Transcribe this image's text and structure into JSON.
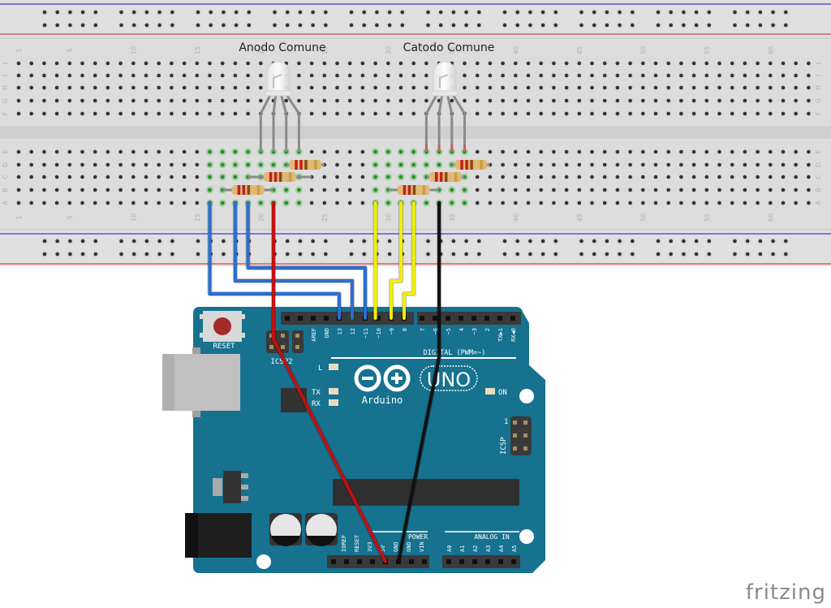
{
  "labels": {
    "led1_title": "Anodo Comune",
    "led2_title": "Catodo Comune",
    "footer_logo": "fritzing"
  },
  "breadboard": {
    "columns": 63,
    "top_rows": [
      "J",
      "I",
      "H",
      "G",
      "F"
    ],
    "bottom_rows": [
      "E",
      "D",
      "C",
      "B",
      "A"
    ],
    "column_label_numbers": [
      1,
      5,
      10,
      15,
      20,
      25,
      30,
      35,
      40,
      45,
      50,
      55,
      60
    ],
    "rail_colors": {
      "negative": "#3a3ad8",
      "positive": "#e04040"
    }
  },
  "arduino": {
    "board_name": "UNO",
    "brand": "Arduino",
    "reset_label": "RESET",
    "icsp2_label": "ICSP2",
    "icsp_label": "ICSP",
    "icsp_pin1": "1",
    "digital_label": "DIGITAL (PWM=~)",
    "power_label": "POWER",
    "analog_label": "ANALOG IN",
    "led_labels": [
      "L",
      "TX",
      "RX"
    ],
    "on_label": "ON",
    "digital_pins_left": [
      "AREF",
      "GND",
      "13",
      "12",
      "~11",
      "~10",
      "~9",
      "8"
    ],
    "digital_pins_right": [
      "7",
      "~6",
      "~5",
      "4",
      "~3",
      "2",
      "TX▶1",
      "RX◀0"
    ],
    "power_pins": [
      "IOREF",
      "RESET",
      "3V3",
      "5V",
      "GND",
      "GND",
      "VIN"
    ],
    "analog_pins": [
      "A0",
      "A1",
      "A2",
      "A3",
      "A4",
      "A5"
    ],
    "board_color": "#16728f"
  },
  "wires": [
    {
      "name": "wire-pin13",
      "color": "#2b6fce",
      "from": "breadboard col 16 row A",
      "to": "pin 13"
    },
    {
      "name": "wire-pin12",
      "color": "#2b6fce",
      "from": "breadboard col 18 row A",
      "to": "pin 12"
    },
    {
      "name": "wire-pin11",
      "color": "#2b6fce",
      "from": "breadboard col 19 row A",
      "to": "pin ~11"
    },
    {
      "name": "wire-5v",
      "color": "#c01010",
      "from": "breadboard col 21 row A",
      "to": "5V"
    },
    {
      "name": "wire-pin10",
      "color": "#f0f000",
      "from": "breadboard col 29 row A",
      "to": "pin ~10"
    },
    {
      "name": "wire-pin9",
      "color": "#f0f000",
      "from": "breadboard col 31 row A",
      "to": "pin ~9"
    },
    {
      "name": "wire-pin8",
      "color": "#f0f000",
      "from": "breadboard col 32 row A",
      "to": "pin 8"
    },
    {
      "name": "wire-gnd",
      "color": "#111111",
      "from": "breadboard col 34 row A",
      "to": "GND"
    }
  ],
  "components": {
    "rgb_led_1": {
      "type": "common anode RGB LED",
      "leg_color": "#8a8a8a"
    },
    "rgb_led_2": {
      "type": "common cathode RGB LED",
      "leg_color": "#8a8a8a"
    },
    "resistor_count": 6,
    "resistor_bands": [
      "#c02020",
      "#c02020",
      "#8a4a10",
      "#c8a040"
    ]
  }
}
